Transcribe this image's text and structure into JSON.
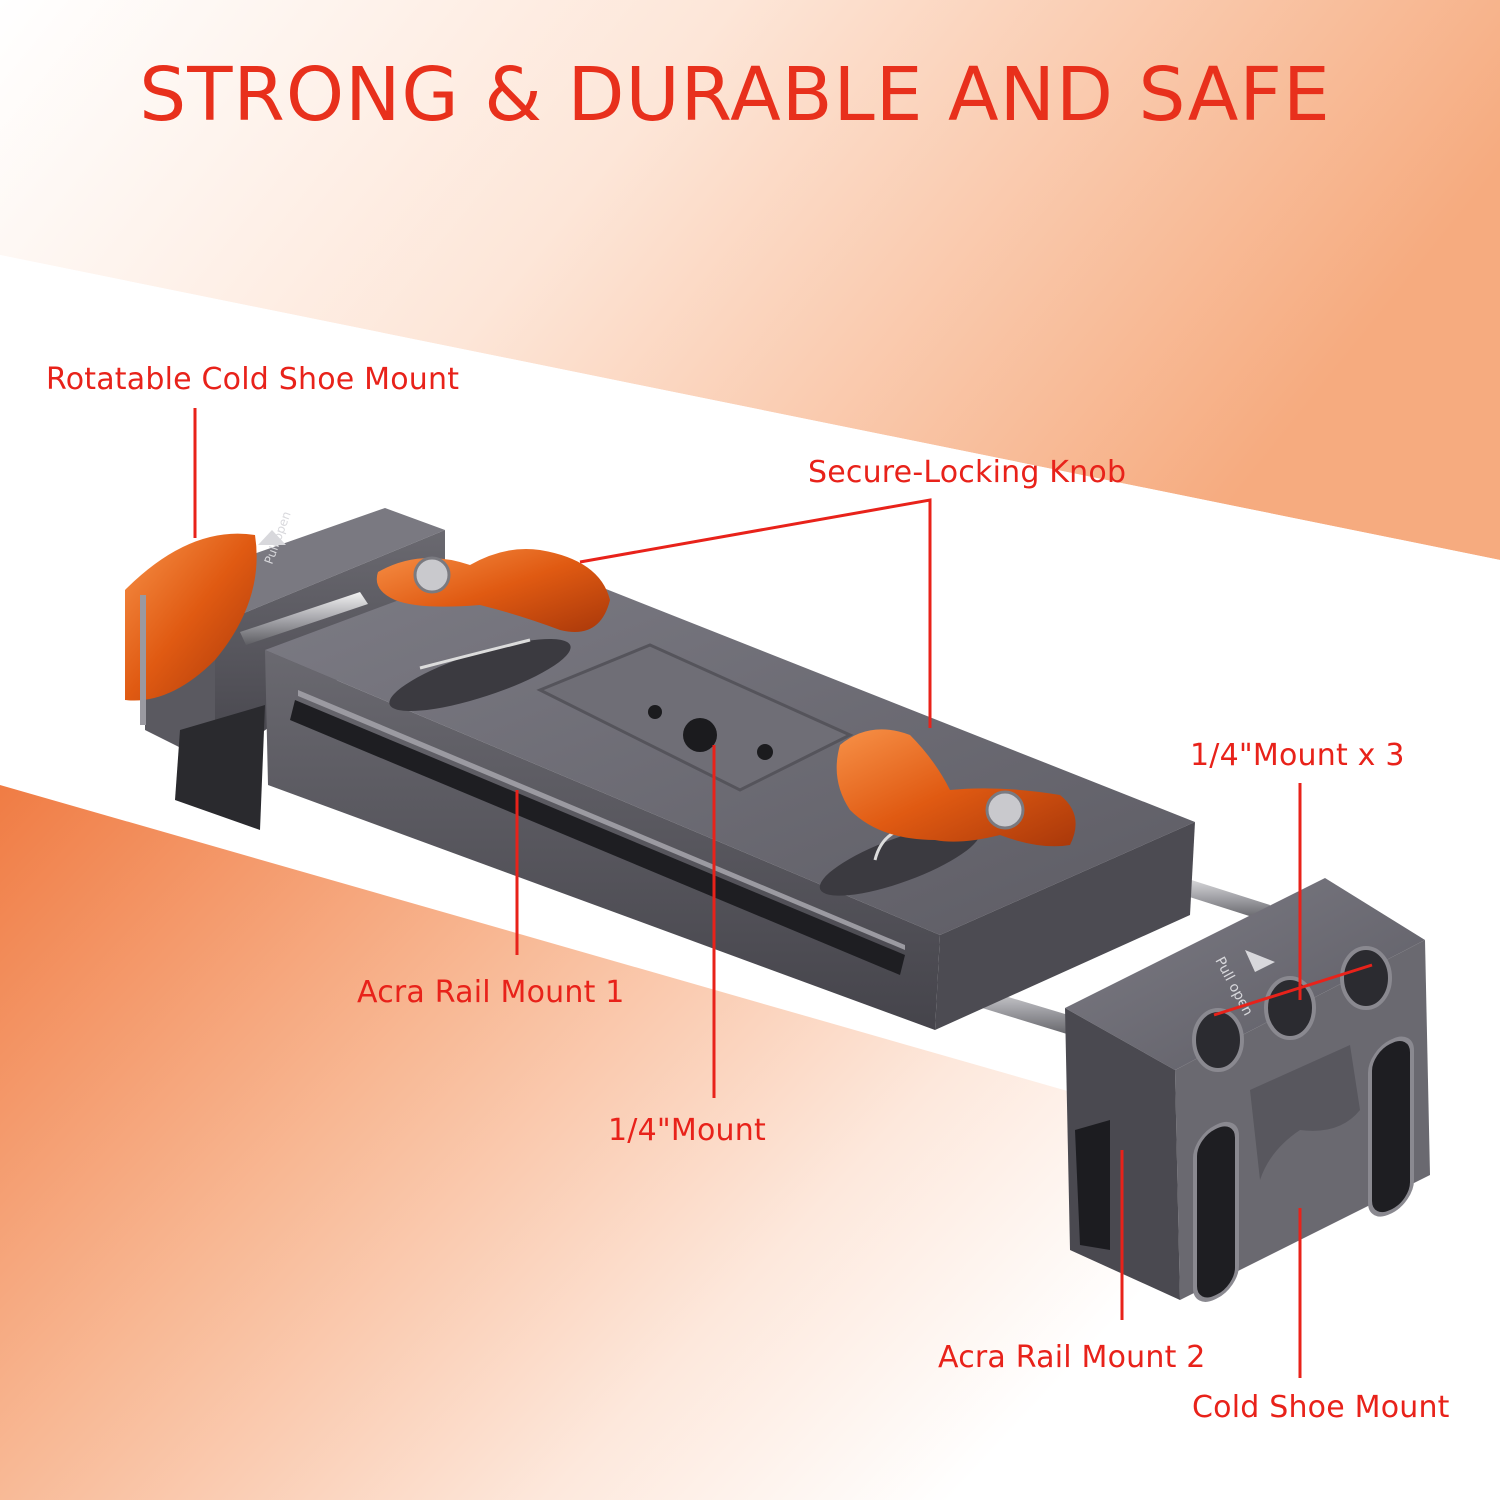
{
  "headline": "STRONG & DURABLE AND SAFE",
  "callouts": {
    "rotatable_cold_shoe": "Rotatable Cold Shoe Mount",
    "secure_locking_knob": "Secure-Locking Knob",
    "quarter_mount_x3": "1/4\"Mount x 3",
    "acra_rail_1": "Acra Rail Mount 1",
    "quarter_mount": "1/4\"Mount",
    "acra_rail_2": "Acra Rail Mount 2",
    "cold_shoe": "Cold Shoe Mount"
  },
  "engraving": "Pull open",
  "colors": {
    "accent": "#e8221a",
    "title": "#e8301c",
    "metal": "#6b6a72",
    "metal_light": "#8a8990",
    "knob": "#e0621a",
    "background_peach": "#f5b48e"
  }
}
